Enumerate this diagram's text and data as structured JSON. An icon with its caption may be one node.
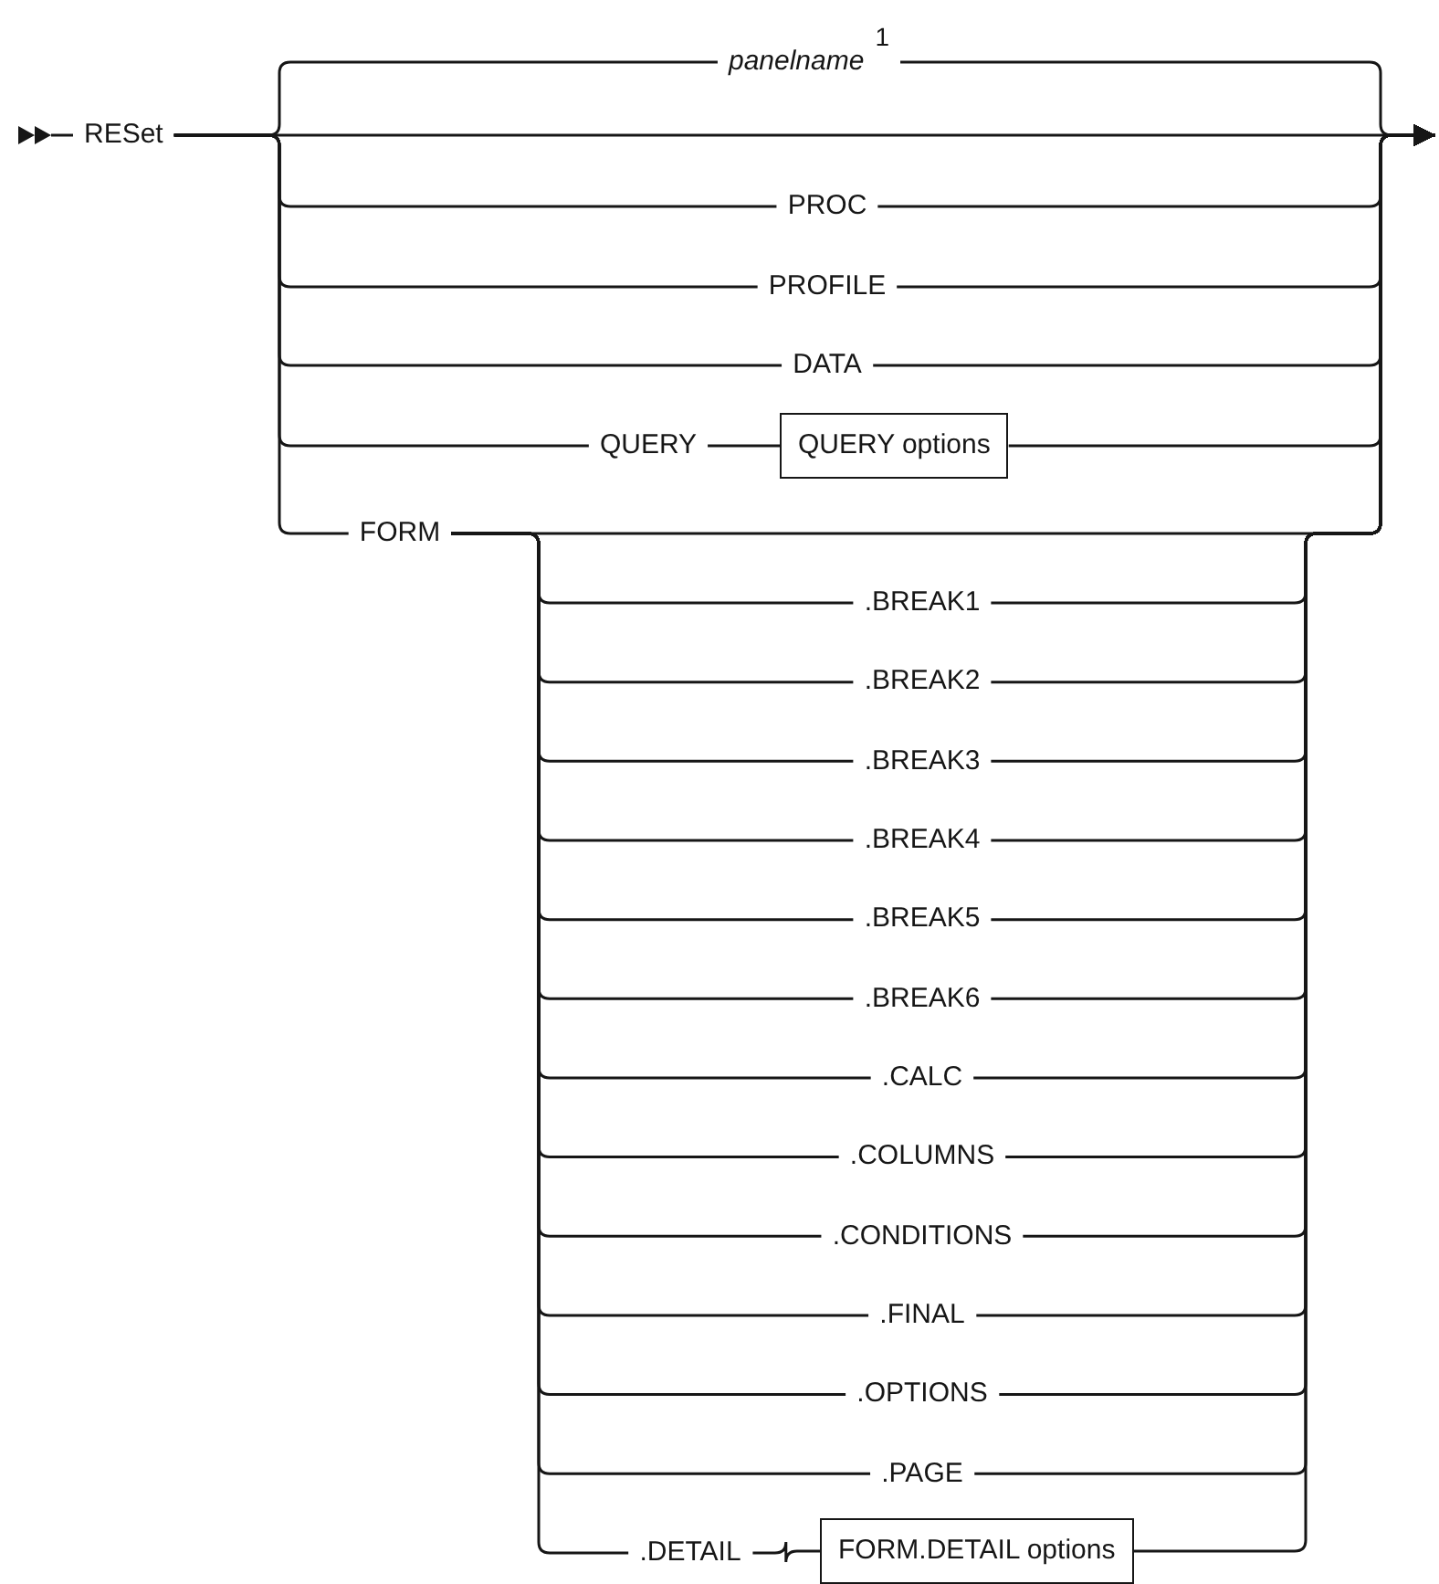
{
  "diagram": {
    "nodes": [
      {
        "text": [
          "RESet"
        ]
      },
      {
        "text": [
          "panelname"
        ],
        "beside": [
          "1"
        ]
      },
      {
        "text": [
          "PROC"
        ]
      },
      {
        "text": [
          "PROFILE"
        ]
      },
      {
        "text": [
          "DATA"
        ]
      },
      {
        "text": [
          "QUERY"
        ]
      },
      {
        "text": [
          "QUERY options"
        ]
      },
      {
        "text": [
          "FORM"
        ]
      },
      {
        "text": [
          ".BREAK1"
        ]
      },
      {
        "text": [
          ".BREAK2"
        ]
      },
      {
        "text": [
          ".BREAK3"
        ]
      },
      {
        "text": [
          ".BREAK4"
        ]
      },
      {
        "text": [
          ".BREAK5"
        ]
      },
      {
        "text": [
          ".BREAK6"
        ]
      },
      {
        "text": [
          ".CALC"
        ]
      },
      {
        "text": [
          ".COLUMNS"
        ]
      },
      {
        "text": [
          ".CONDITIONS"
        ]
      },
      {
        "text": [
          ".FINAL"
        ]
      },
      {
        "text": [
          ".OPTIONS"
        ]
      },
      {
        "text": [
          ".PAGE"
        ]
      },
      {
        "text": [
          ".DETAIL"
        ]
      },
      {
        "text": [
          "FORM.DETAIL options"
        ]
      }
    ],
    "edges": [
      {
        "from": 0,
        "to": null,
        "arrow": "to"
      },
      {
        "from": 0,
        "to": 1,
        "arrow": "none"
      },
      {
        "from": 0,
        "to": 2,
        "arrow": "none"
      },
      {
        "from": 0,
        "to": 3,
        "arrow": "none"
      },
      {
        "from": 0,
        "to": 4,
        "arrow": "none"
      },
      {
        "from": 0,
        "to": 5,
        "arrow": "none"
      },
      {
        "from": 0,
        "to": 7,
        "arrow": "none"
      },
      {
        "from": 5,
        "to": 6,
        "arrow": "none"
      },
      {
        "from": 7,
        "to": 8,
        "arrow": "none"
      },
      {
        "from": 7,
        "to": 9,
        "arrow": "none"
      },
      {
        "from": 7,
        "to": 10,
        "arrow": "none"
      },
      {
        "from": 7,
        "to": 11,
        "arrow": "none"
      },
      {
        "from": 7,
        "to": 12,
        "arrow": "none"
      },
      {
        "from": 7,
        "to": 13,
        "arrow": "none"
      },
      {
        "from": 7,
        "to": 14,
        "arrow": "none"
      },
      {
        "from": 7,
        "to": 15,
        "arrow": "none"
      },
      {
        "from": 7,
        "to": 16,
        "arrow": "none"
      },
      {
        "from": 7,
        "to": 17,
        "arrow": "none"
      },
      {
        "from": 7,
        "to": 18,
        "arrow": "none"
      },
      {
        "from": 7,
        "to": 19,
        "arrow": "none"
      },
      {
        "from": 7,
        "to": 20,
        "arrow": "none"
      },
      {
        "from": 20,
        "to": 21,
        "arrow": "none"
      },
      {
        "from": 1,
        "to": null,
        "arrow": "to"
      },
      {
        "from": 2,
        "to": null,
        "arrow": "to"
      },
      {
        "from": 3,
        "to": null,
        "arrow": "to"
      },
      {
        "from": 4,
        "to": null,
        "arrow": "to"
      },
      {
        "from": 6,
        "to": null,
        "arrow": "to"
      },
      {
        "from": 7,
        "to": null,
        "arrow": "to"
      },
      {
        "from": 8,
        "to": null,
        "arrow": "to"
      },
      {
        "from": 9,
        "to": null,
        "arrow": "to"
      },
      {
        "from": 10,
        "to": null,
        "arrow": "to"
      },
      {
        "from": 11,
        "to": null,
        "arrow": "to"
      },
      {
        "from": 12,
        "to": null,
        "arrow": "to"
      },
      {
        "from": 13,
        "to": null,
        "arrow": "to"
      },
      {
        "from": 14,
        "to": null,
        "arrow": "to"
      },
      {
        "from": 15,
        "to": null,
        "arrow": "to"
      },
      {
        "from": 16,
        "to": null,
        "arrow": "to"
      },
      {
        "from": 17,
        "to": null,
        "arrow": "to"
      },
      {
        "from": 18,
        "to": null,
        "arrow": "to"
      },
      {
        "from": 19,
        "to": null,
        "arrow": "to"
      },
      {
        "from": 21,
        "to": null,
        "arrow": "to"
      }
    ]
  }
}
